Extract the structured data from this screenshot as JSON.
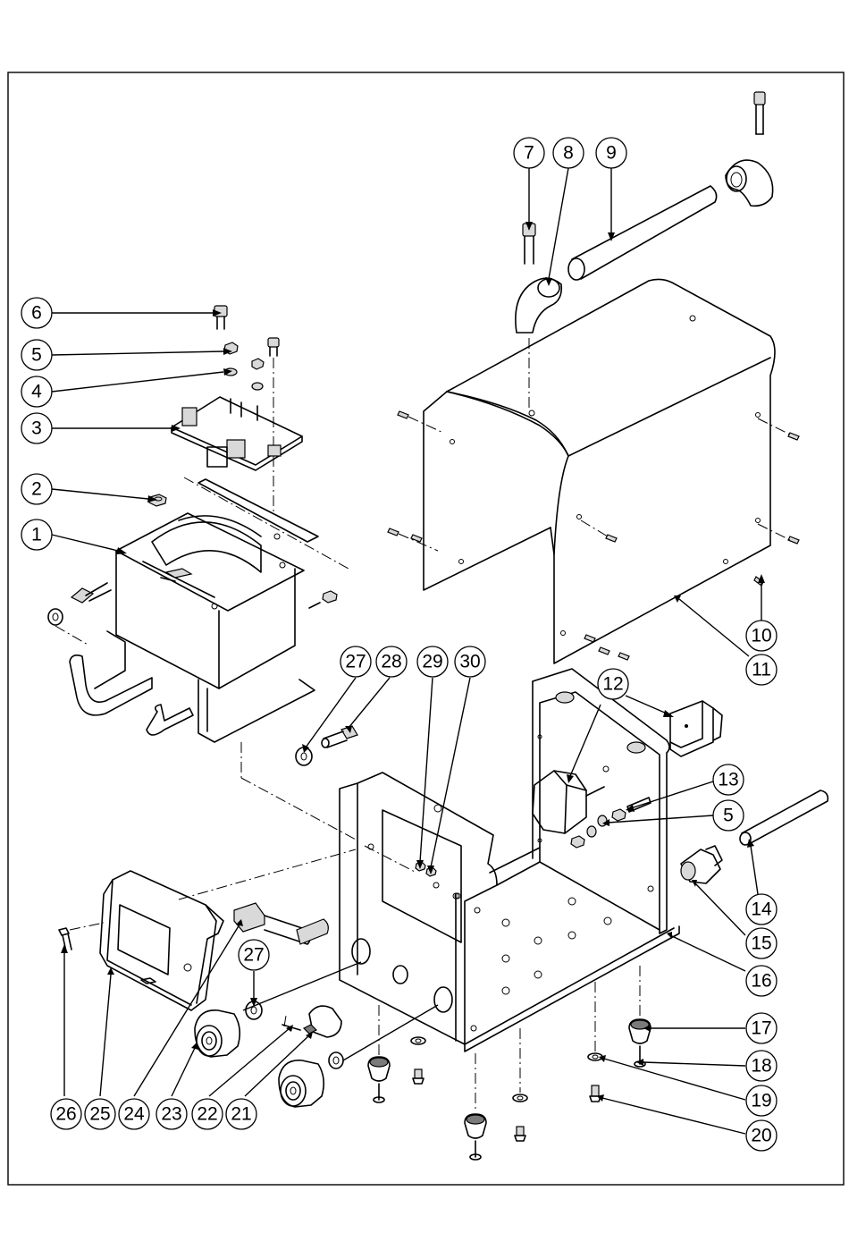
{
  "callouts": [
    {
      "id": "c1",
      "label": "1"
    },
    {
      "id": "c2",
      "label": "2"
    },
    {
      "id": "c3",
      "label": "3"
    },
    {
      "id": "c4",
      "label": "4"
    },
    {
      "id": "c5a",
      "label": "5"
    },
    {
      "id": "c6",
      "label": "6"
    },
    {
      "id": "c7",
      "label": "7"
    },
    {
      "id": "c8",
      "label": "8"
    },
    {
      "id": "c9",
      "label": "9"
    },
    {
      "id": "c10",
      "label": "10"
    },
    {
      "id": "c11",
      "label": "11"
    },
    {
      "id": "c12",
      "label": "12"
    },
    {
      "id": "c13",
      "label": "13"
    },
    {
      "id": "c5b",
      "label": "5"
    },
    {
      "id": "c14",
      "label": "14"
    },
    {
      "id": "c15",
      "label": "15"
    },
    {
      "id": "c16",
      "label": "16"
    },
    {
      "id": "c17",
      "label": "17"
    },
    {
      "id": "c18",
      "label": "18"
    },
    {
      "id": "c19",
      "label": "19"
    },
    {
      "id": "c20",
      "label": "20"
    },
    {
      "id": "c27a",
      "label": "27"
    },
    {
      "id": "c28",
      "label": "28"
    },
    {
      "id": "c29",
      "label": "29"
    },
    {
      "id": "c30",
      "label": "30"
    },
    {
      "id": "c27b",
      "label": "27"
    },
    {
      "id": "c26",
      "label": "26"
    },
    {
      "id": "c25",
      "label": "25"
    },
    {
      "id": "c24",
      "label": "24"
    },
    {
      "id": "c23",
      "label": "23"
    },
    {
      "id": "c22",
      "label": "22"
    },
    {
      "id": "c21",
      "label": "21"
    }
  ]
}
